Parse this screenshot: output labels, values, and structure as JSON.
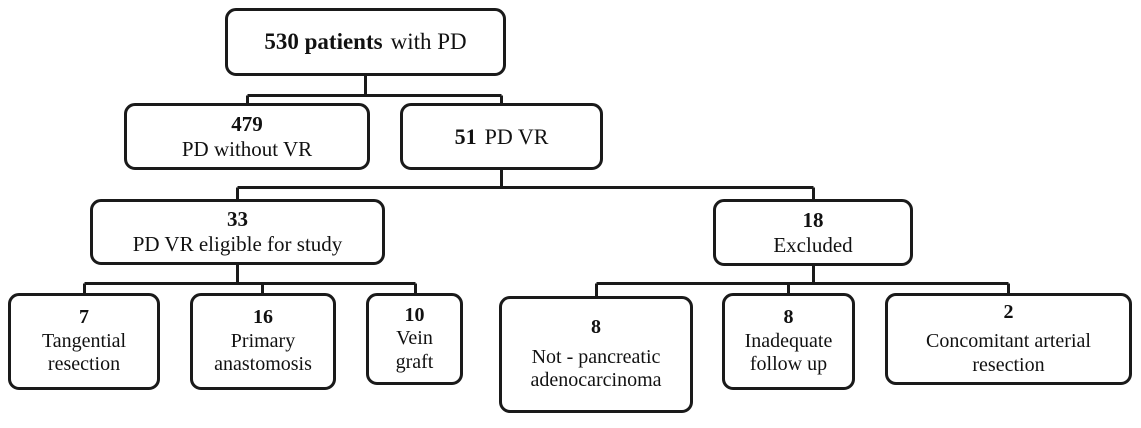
{
  "figure": {
    "type": "flowchart",
    "background": "#ffffff",
    "line_color": "#1a1a1a",
    "box_fill": "#ffffff",
    "box_border": "#1a1a1a"
  },
  "nodes": {
    "root": {
      "number": "530 patients",
      "label": "with PD"
    },
    "no_vr": {
      "number": "479",
      "label": "PD without VR"
    },
    "pd_vr": {
      "number": "51",
      "label": "PD VR"
    },
    "eligible": {
      "number": "33",
      "label": "PD VR eligible for study"
    },
    "excluded": {
      "number": "18",
      "label": "Excluded"
    },
    "tangential": {
      "number": "7",
      "label": "Tangential\nresection"
    },
    "primary": {
      "number": "16",
      "label": "Primary\nanastomosis"
    },
    "vein": {
      "number": "10",
      "label": "Vein\ngraft"
    },
    "not_adeno": {
      "number": "8",
      "label": "Not - pancreatic\nadenocarcinoma"
    },
    "follow_up": {
      "number": "8",
      "label": "Inadequate\nfollow up"
    },
    "arterial": {
      "number": "2",
      "label": "Concomitant arterial\nresection"
    }
  }
}
